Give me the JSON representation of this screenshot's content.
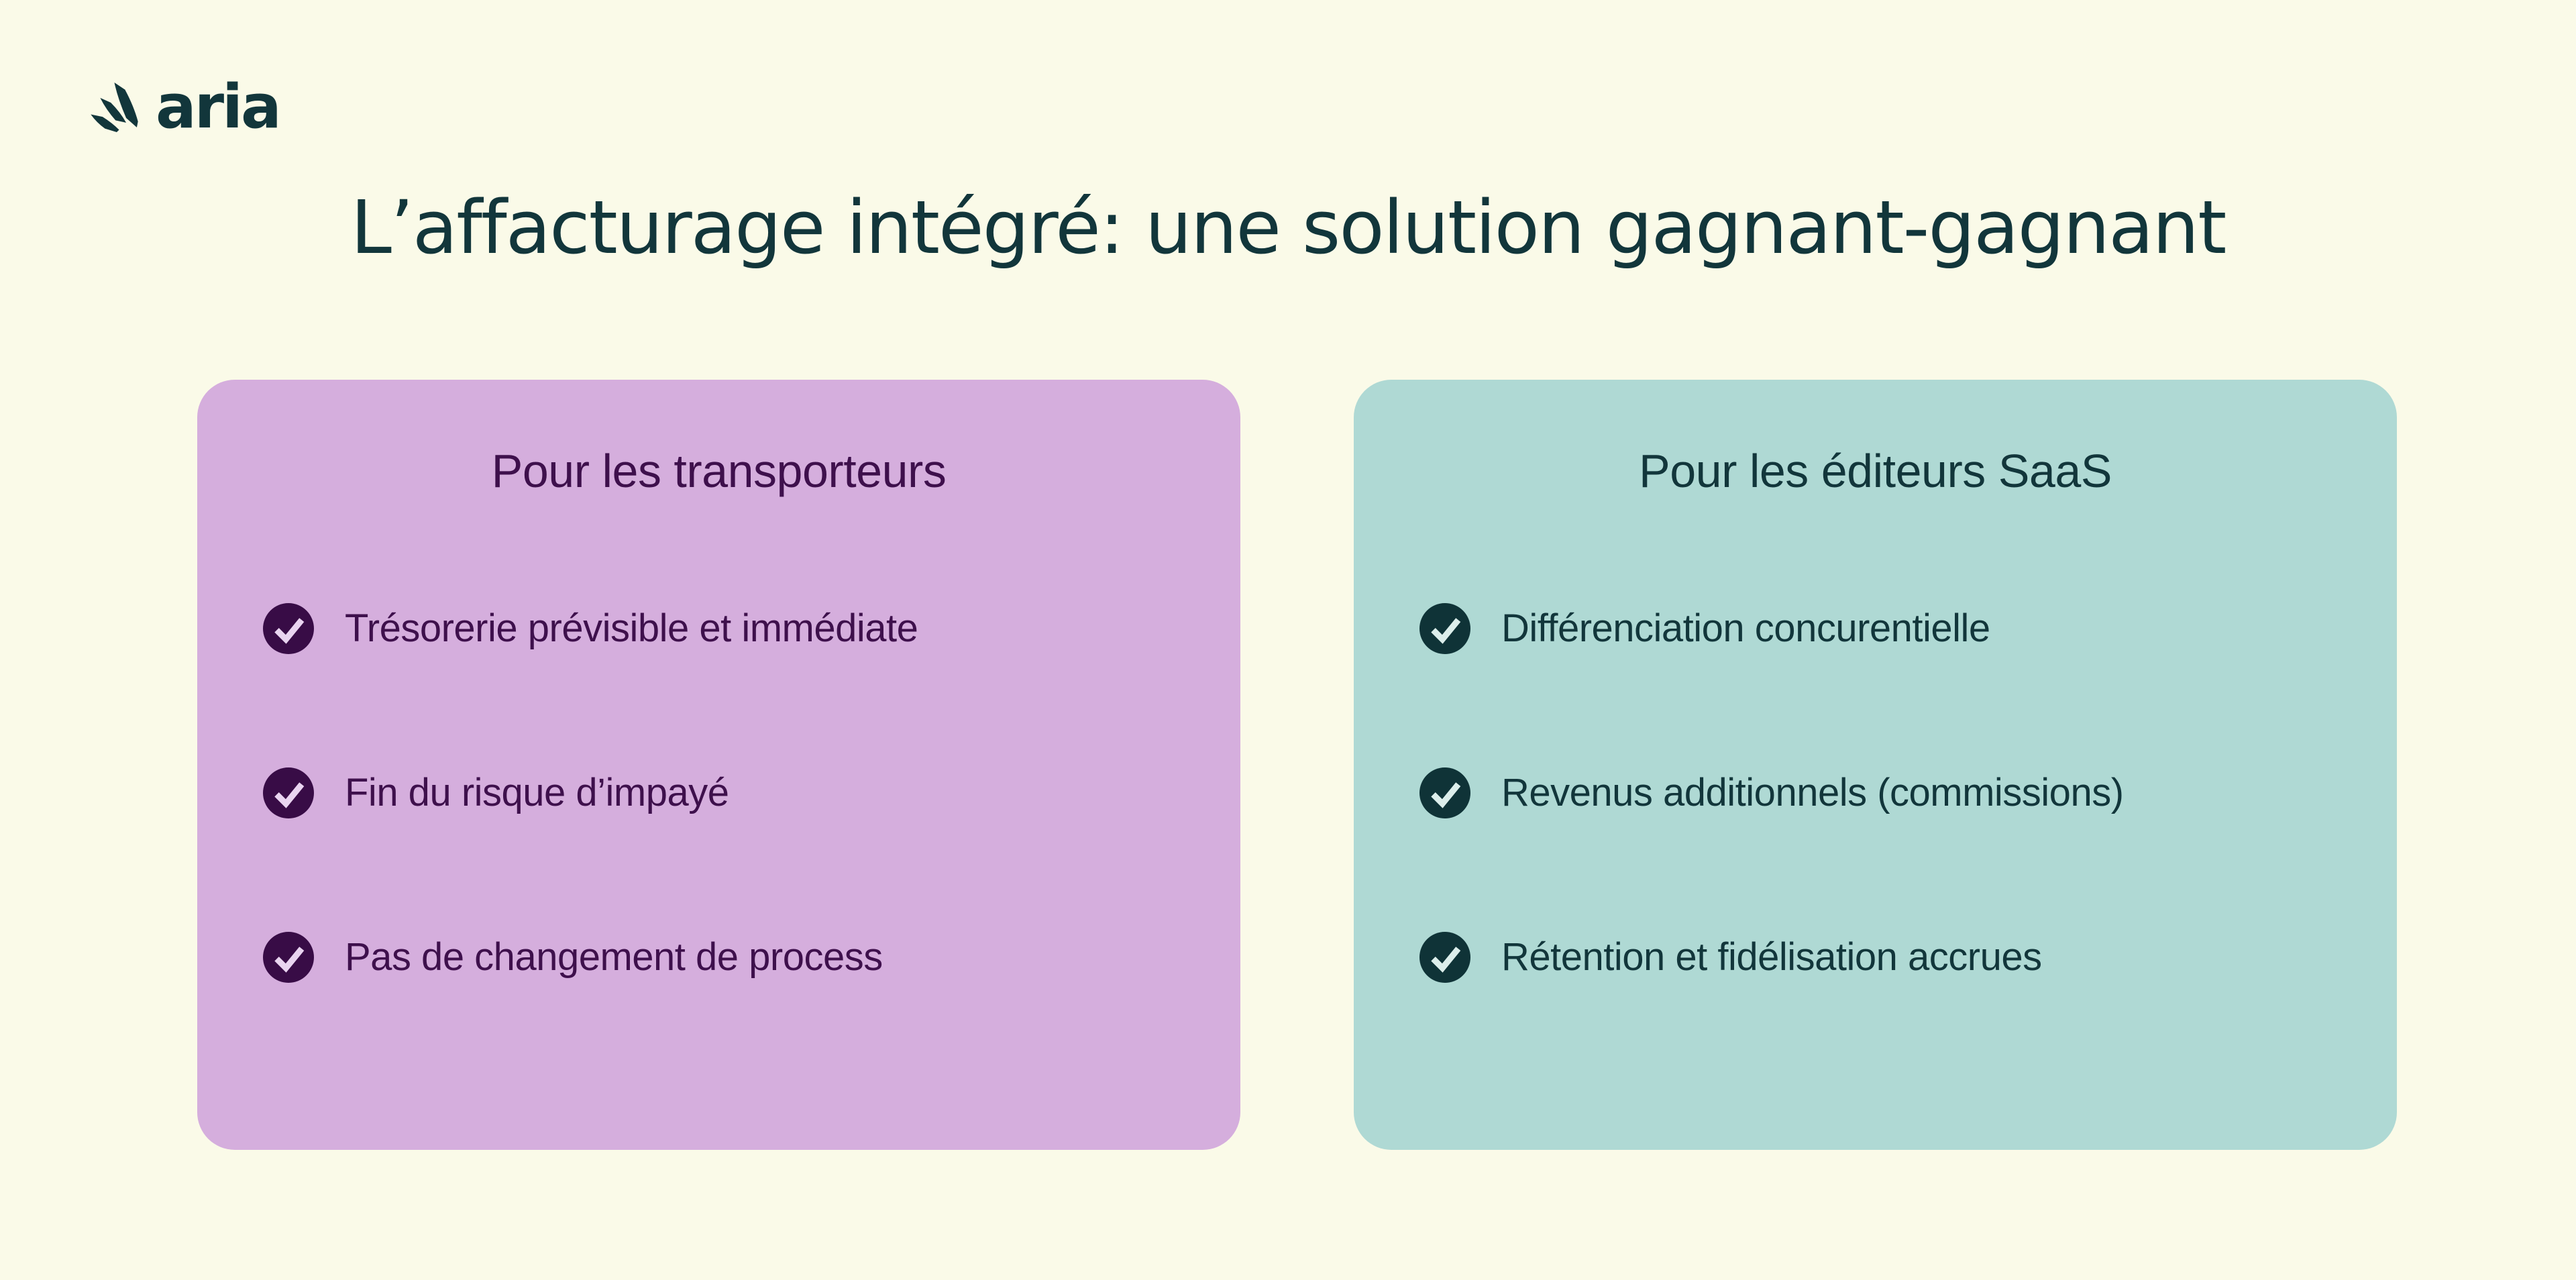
{
  "colors": {
    "bg": "#FAFAE8",
    "ink": "#12363B",
    "purple-card": "#D5AEDD",
    "purple-ink": "#3E104C",
    "purple-check": "#380C46",
    "purple-tick": "#E9D4F0",
    "teal-card": "#AFD9D4",
    "teal-ink": "#12363B",
    "teal-check": "#0F3337",
    "teal-tick": "#DCEEEB"
  },
  "brand": {
    "name": "aria"
  },
  "title": "L’affacturage intégré: une solution gagnant-gagnant",
  "cards": [
    {
      "title": "Pour les transporteurs",
      "items": [
        "Trésorerie prévisible et immédiate",
        "Fin du risque d’impayé",
        "Pas de changement de process"
      ]
    },
    {
      "title": "Pour les éditeurs SaaS",
      "items": [
        "Différenciation concurentielle",
        "Revenus additionnels (commissions)",
        "Rétention et fidélisation accrues"
      ]
    }
  ]
}
